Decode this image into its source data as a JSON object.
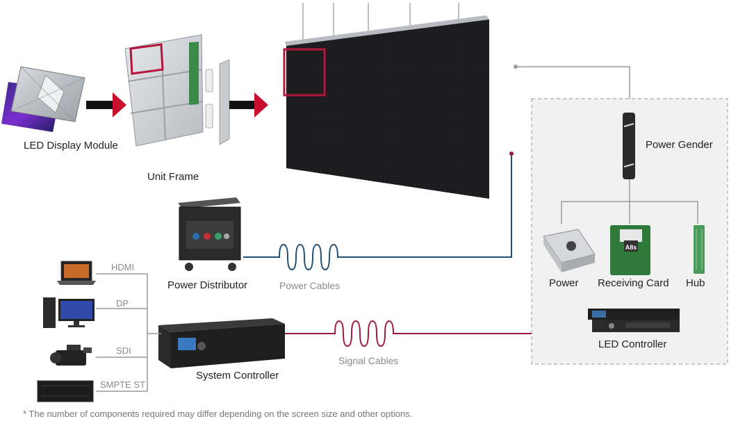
{
  "labels": {
    "led_display_module": "LED Display Module",
    "unit_frame": "Unit Frame",
    "power_distributor": "Power Distributor",
    "power_cables": "Power Cables",
    "system_controller": "System Controller",
    "signal_cables": "Signal Cables",
    "power_gender": "Power Gender",
    "power": "Power",
    "receiving_card": "Receiving Card",
    "hub": "Hub",
    "led_controller": "LED Controller",
    "receiving_card_chip": "A8s"
  },
  "inputs": {
    "hdmi": "HDMI",
    "dp": "DP",
    "sdi": "SDI",
    "smpte": "SMPTE ST"
  },
  "footnote": "* The number of components required may differ depending on the screen size and other options.",
  "colors": {
    "arrow_red": "#c8102e",
    "highlight_red": "#b5143c",
    "power_cable": "#1f4e79",
    "signal_cable": "#a0183a",
    "connector_gray": "#9a9a9a",
    "box_border": "#aaaaaa"
  }
}
